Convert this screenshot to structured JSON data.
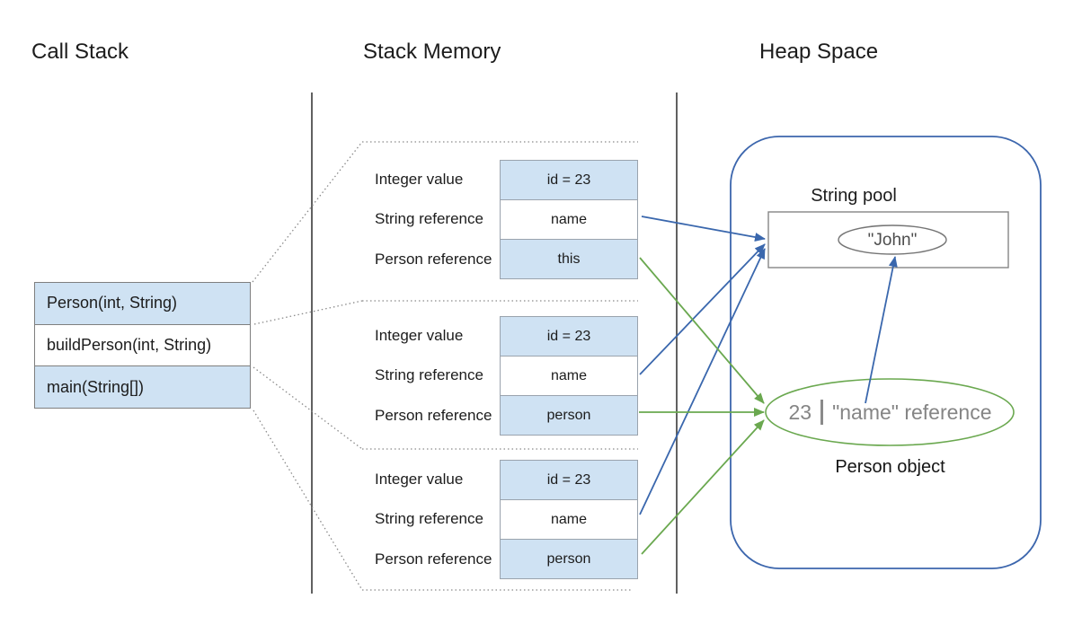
{
  "headers": {
    "call_stack": "Call Stack",
    "stack_memory": "Stack Memory",
    "heap_space": "Heap Space"
  },
  "call_stack_frames": [
    {
      "label": "Person(int, String)"
    },
    {
      "label": "buildPerson(int, String)"
    },
    {
      "label": "main(String[])"
    }
  ],
  "stack_frames": [
    {
      "rows": [
        {
          "label": "Integer value",
          "value": "id = 23"
        },
        {
          "label": "String reference",
          "value": "name"
        },
        {
          "label": "Person reference",
          "value": "this"
        }
      ]
    },
    {
      "rows": [
        {
          "label": "Integer value",
          "value": "id = 23"
        },
        {
          "label": "String reference",
          "value": "name"
        },
        {
          "label": "Person reference",
          "value": "person"
        }
      ]
    },
    {
      "rows": [
        {
          "label": "Integer value",
          "value": "id = 23"
        },
        {
          "label": "String reference",
          "value": "name"
        },
        {
          "label": "Person reference",
          "value": "person"
        }
      ]
    }
  ],
  "heap": {
    "string_pool_label": "String pool",
    "string_value": "\"John\"",
    "person_id": "23",
    "person_name_ref": "\"name\" reference",
    "person_object_label": "Person object"
  },
  "colors": {
    "reference_arrow_blue": "#3a67ad",
    "reference_arrow_green": "#6aa84f",
    "cell_fill_light_blue": "#cfe2f3",
    "heap_border_blue": "#3c66ad",
    "divider_gray": "#616161"
  }
}
